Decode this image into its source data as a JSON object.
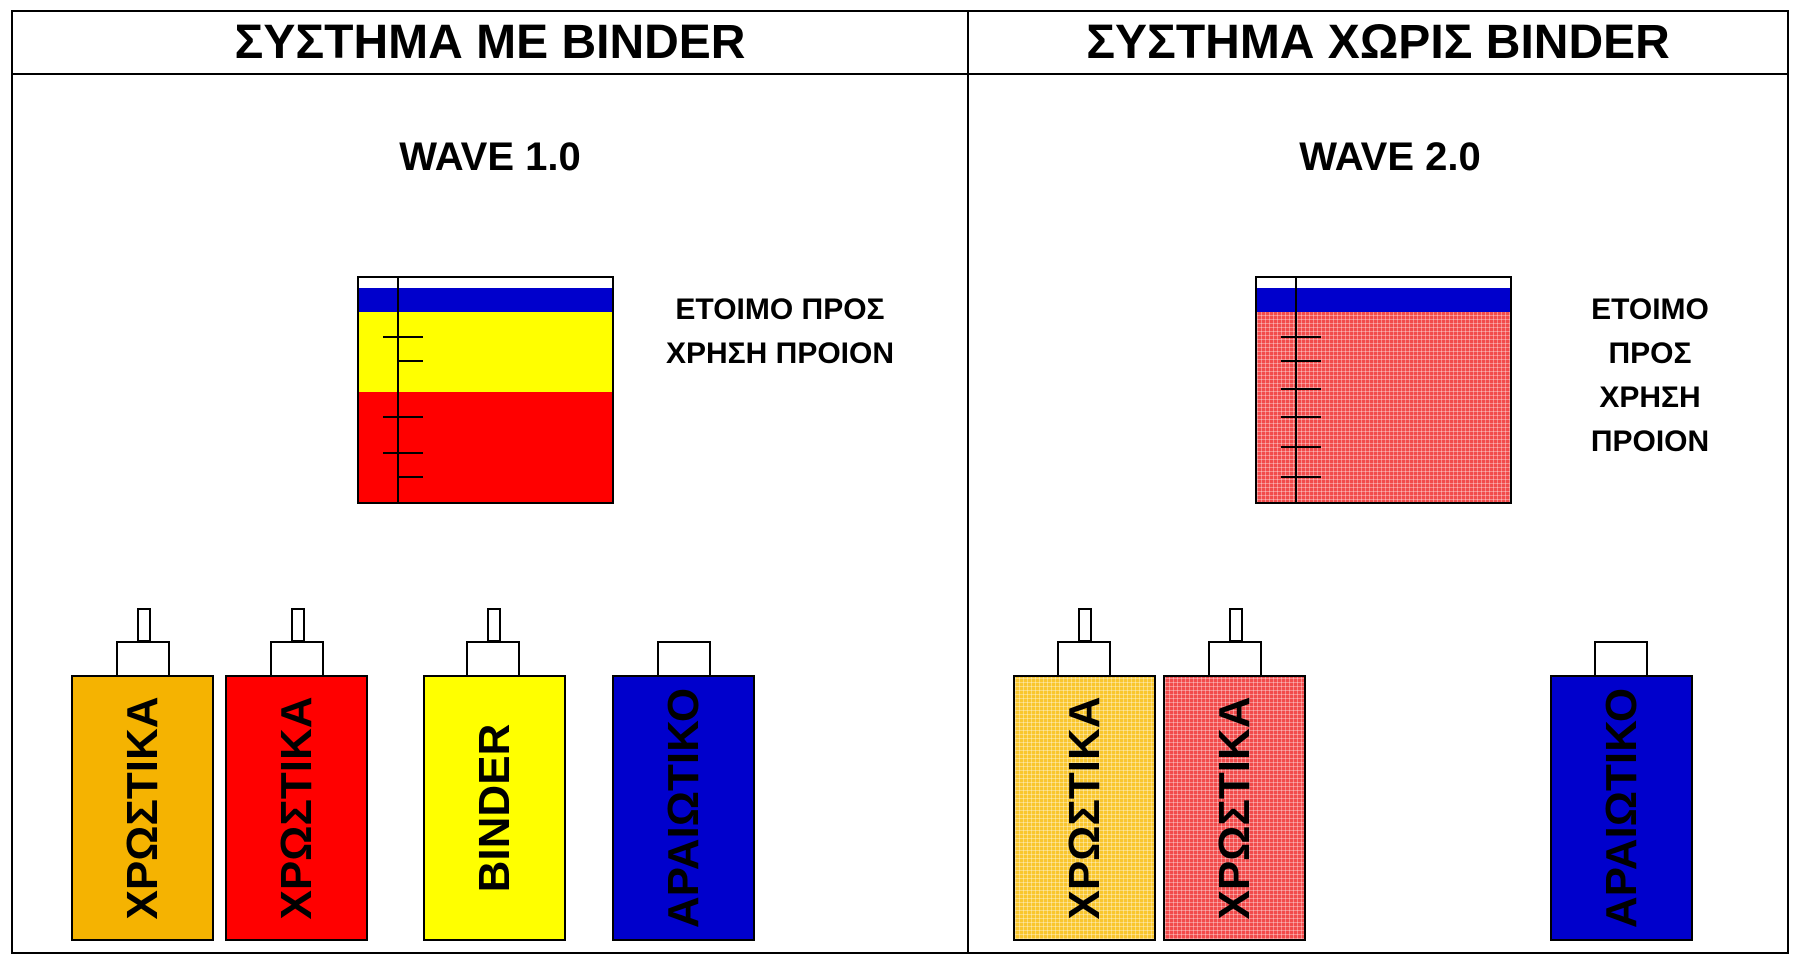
{
  "colors": {
    "orange": "#F5B301",
    "red": "#FF0000",
    "yellow": "#FFFF00",
    "blue": "#0000CC",
    "orange_mesh": "#F9C62E",
    "red_mesh": "#F24B4B"
  },
  "left": {
    "header": "ΣΥΣΤΗΜΑ ΜΕ BINDER",
    "wave": "WAVE 1.0",
    "label": "ΕΤΟΙΜΟ ΠΡΟΣ ΧΡΗΣΗ ΠΡΟΙΟΝ",
    "bottles": [
      {
        "text": "ΧΡΩΣΤΙΚΑ",
        "color": "orange"
      },
      {
        "text": "ΧΡΩΣΤΙΚΑ",
        "color": "red"
      },
      {
        "text": "BINDER",
        "color": "yellow"
      },
      {
        "text": "ΑΡΑΙΩΤΙΚΟ",
        "color": "blue"
      }
    ]
  },
  "right": {
    "header": "ΣΥΣΤΗΜΑ ΧΩΡΙΣ BINDER",
    "wave": "WAVE 2.0",
    "label": "ΕΤΟΙΜΟ ΠΡΟΣ ΧΡΗΣΗ ΠΡΟΙΟΝ",
    "bottles": [
      {
        "text": "ΧΡΩΣΤΙΚΑ",
        "color": "orange_mesh"
      },
      {
        "text": "ΧΡΩΣΤΙΚΑ",
        "color": "red_mesh"
      },
      {
        "text": "ΑΡΑΙΩΤΙΚΟ",
        "color": "blue"
      }
    ]
  }
}
